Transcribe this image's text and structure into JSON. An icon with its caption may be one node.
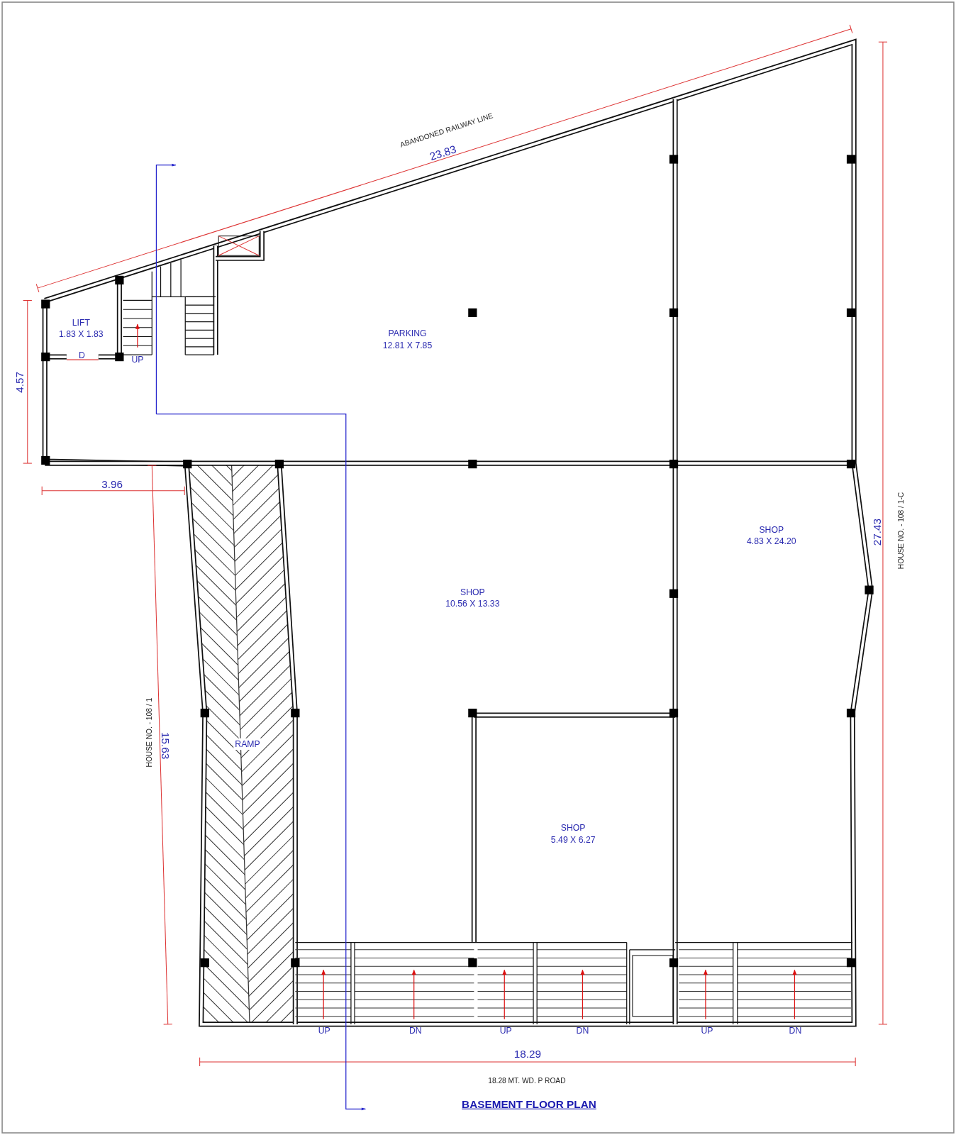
{
  "diagram": {
    "title": "BASEMENT FLOOR PLAN",
    "nodes": [
      {
        "text": [
          "LIFT",
          "1.83 X 1.83"
        ]
      },
      {
        "text": [
          "PARKING",
          "12.81 X 7.85"
        ]
      },
      {
        "text": [
          "SHOP",
          "4.83 X 24.20"
        ]
      },
      {
        "text": [
          "SHOP",
          "10.56 X 13.33"
        ]
      },
      {
        "text": [
          "RAMP"
        ]
      },
      {
        "text": [
          "SHOP",
          "5.49 X 6.27"
        ]
      }
    ],
    "labels": [
      "ABANDONED RAILWAY LINE",
      "23.83",
      "D",
      "UP",
      "4.57",
      "3.96",
      "27.43",
      "HOUSE NO. - 108 / 1-C",
      "15.63",
      "HOUSE NO. - 108 / 1",
      "UP",
      "DN",
      "UP",
      "DN",
      "UP",
      "DN",
      "18.29",
      "18.28 MT. WD. P ROAD"
    ]
  }
}
